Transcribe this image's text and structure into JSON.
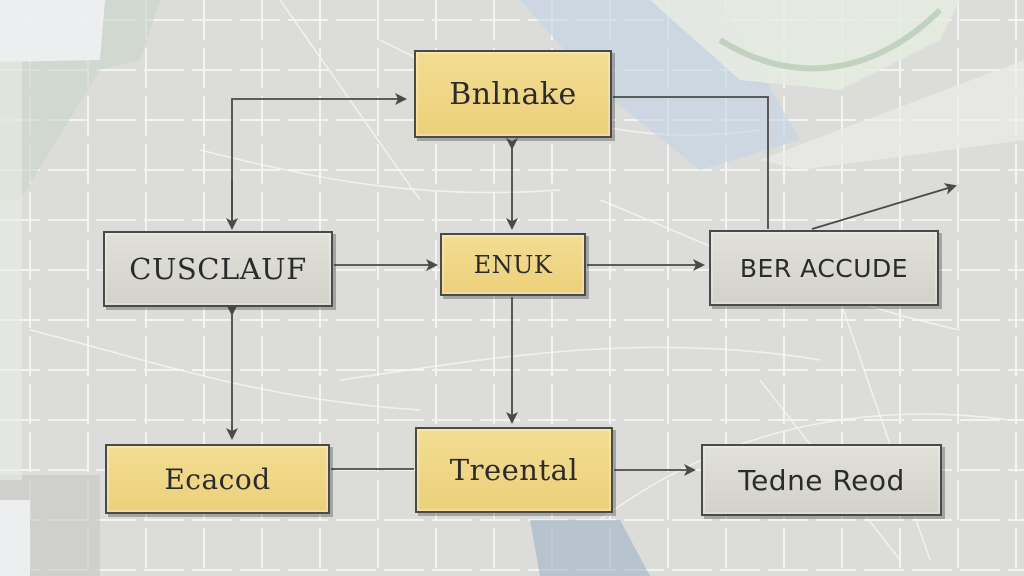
{
  "diagram": {
    "nodes": [
      {
        "id": "bnake",
        "label": "Bnlnake",
        "style": "yellow"
      },
      {
        "id": "enuk",
        "label": "ENUK",
        "style": "yellow"
      },
      {
        "id": "cusc",
        "label": "CUSCLAUF",
        "style": "gray"
      },
      {
        "id": "ber",
        "label": "BER ACCUDE",
        "style": "gray"
      },
      {
        "id": "ecacod",
        "label": "Ecacod",
        "style": "yellow"
      },
      {
        "id": "trental",
        "label": "Treental",
        "style": "yellow"
      },
      {
        "id": "tedne",
        "label": "Tedne Reod",
        "style": "gray"
      }
    ],
    "edges": [
      {
        "from": "cusc",
        "to": "bnake",
        "arrow": "end"
      },
      {
        "from": "bnake",
        "to": "cusc",
        "arrow": "end"
      },
      {
        "from": "bnake",
        "to": "enuk",
        "arrow": "both"
      },
      {
        "from": "cusc",
        "to": "enuk",
        "arrow": "end"
      },
      {
        "from": "enuk",
        "to": "ber",
        "arrow": "end"
      },
      {
        "from": "bnake",
        "to": "ber",
        "arrow": "none"
      },
      {
        "from": "ber",
        "to": "outside",
        "arrow": "end"
      },
      {
        "from": "enuk",
        "to": "trental",
        "arrow": "end"
      },
      {
        "from": "cusc",
        "to": "ecacod",
        "arrow": "both"
      },
      {
        "from": "ecacod",
        "to": "trental",
        "arrow": "none"
      },
      {
        "from": "trental",
        "to": "tedne",
        "arrow": "end"
      }
    ],
    "colors": {
      "yellow_box": "#efd683",
      "gray_box": "#d9d9d2",
      "line": "#4a4a48",
      "background": "#dcdcda",
      "grid": "#f4f4f2"
    }
  }
}
